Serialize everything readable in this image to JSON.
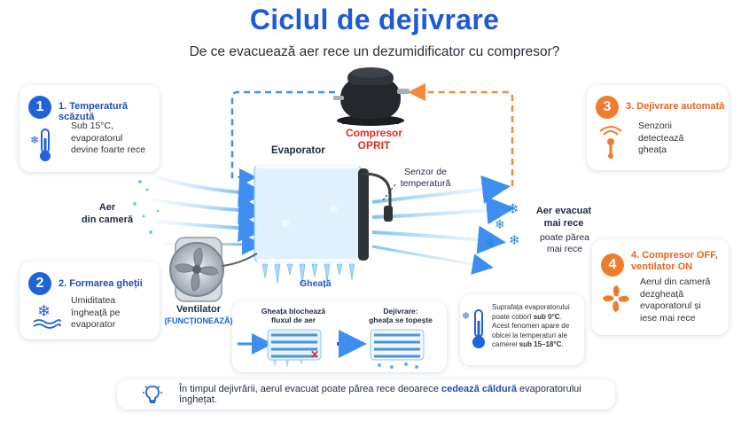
{
  "title": "Ciclul de dejivrare",
  "subtitle": "De ce evacuează aer rece un dezumidificator cu compresor?",
  "compressor": {
    "line1": "Compresor",
    "line2": "OPRIT"
  },
  "evaporator_label": "Evaporator",
  "sensor_label": {
    "line1": "Senzor de",
    "line2": "temperatură"
  },
  "air_in": {
    "line1": "Aer",
    "line2": "din cameră"
  },
  "air_out": {
    "line1": "Aer evacuat",
    "line2": "mai rece",
    "note1": "poate părea",
    "note2": "mai rece"
  },
  "ice_label": "Gheață",
  "fan": {
    "line1": "Ventilator",
    "line2": "(FUNCȚIONEAZĂ)"
  },
  "steps": [
    {
      "num": "1",
      "title": "1. Temperatură scăzută",
      "text": [
        "Sub 15°C,",
        "evaporatorul",
        "devine foarte rece"
      ],
      "icon": "thermometer-snowflake-icon"
    },
    {
      "num": "2",
      "title": "2. Formarea gheții",
      "text": [
        "Umiditatea",
        "îngheață pe",
        "evaporator"
      ],
      "icon": "snowflake-ice-icon"
    },
    {
      "num": "3",
      "title": "3. Dejivrare automată",
      "text": [
        "Senzorii",
        "detectează",
        "gheața"
      ],
      "icon": "sensor-icon"
    },
    {
      "num": "4",
      "title_line1": "4. Compresor OFF,",
      "title_line2": "ventilator ON",
      "text": [
        "Aerul din cameră",
        "dezgheață",
        "evaporatorul și",
        "iese mai rece"
      ],
      "icon": "fan-orange-icon"
    }
  ],
  "mini": {
    "left_line1": "Gheața blochează",
    "left_line2": "fluxul de aer",
    "right_line1": "Dejivrare:",
    "right_line2": "gheața se topește"
  },
  "info": {
    "l1": "Suprafața evaporatorului",
    "l2a": "poate coborî ",
    "l2b": "sub 0°C",
    "l2c": ".",
    "l3": "Acest fenomen apare de",
    "l4": "obicei la temperaturi ale",
    "l5a": "camerei ",
    "l5b": "sub 15–18°C",
    "l5c": "."
  },
  "footer": {
    "a": "În timpul dejivrării, aerul evacuat poate părea rece deoarece ",
    "b": "cedează căldură",
    "c": " evaporatorului înghețat."
  },
  "colors": {
    "blue": "#1f63d9",
    "orange": "#f07b2c",
    "red": "#e02a20",
    "ice": "#bfe3fb"
  }
}
